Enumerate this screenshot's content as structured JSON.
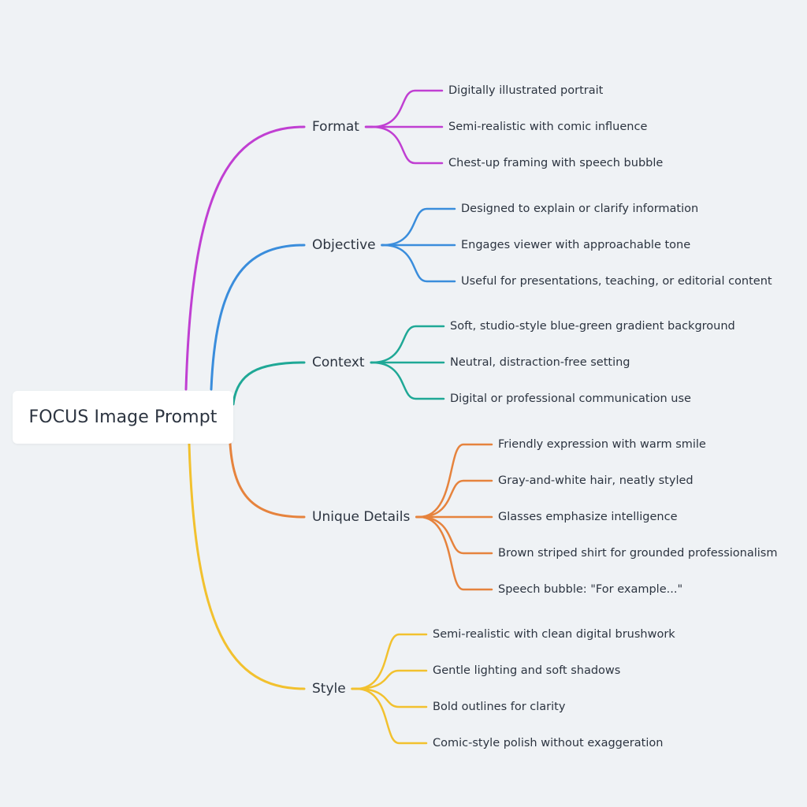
{
  "root": {
    "label": "FOCUS Image Prompt"
  },
  "branches": [
    {
      "label": "Format",
      "color": "#c03fd2",
      "children": [
        "Digitally illustrated portrait",
        "Semi-realistic with comic influence",
        "Chest-up framing with speech bubble"
      ]
    },
    {
      "label": "Objective",
      "color": "#3a8ddc",
      "children": [
        "Designed to explain or clarify information",
        "Engages viewer with approachable tone",
        "Useful for presentations, teaching, or editorial content"
      ]
    },
    {
      "label": "Context",
      "color": "#1fa896",
      "children": [
        "Soft, studio-style blue-green gradient background",
        "Neutral, distraction-free setting",
        "Digital or professional communication use"
      ]
    },
    {
      "label": "Unique Details",
      "color": "#e6833d",
      "children": [
        "Friendly expression with warm smile",
        "Gray-and-white hair, neatly styled",
        "Glasses emphasize intelligence",
        "Brown striped shirt for grounded professionalism",
        "Speech bubble: \"For example...\""
      ]
    },
    {
      "label": "Style",
      "color": "#f2c12e",
      "children": [
        "Semi-realistic with clean digital brushwork",
        "Gentle lighting and soft shadows",
        "Bold outlines for clarity",
        "Comic-style polish without exaggeration"
      ]
    }
  ]
}
